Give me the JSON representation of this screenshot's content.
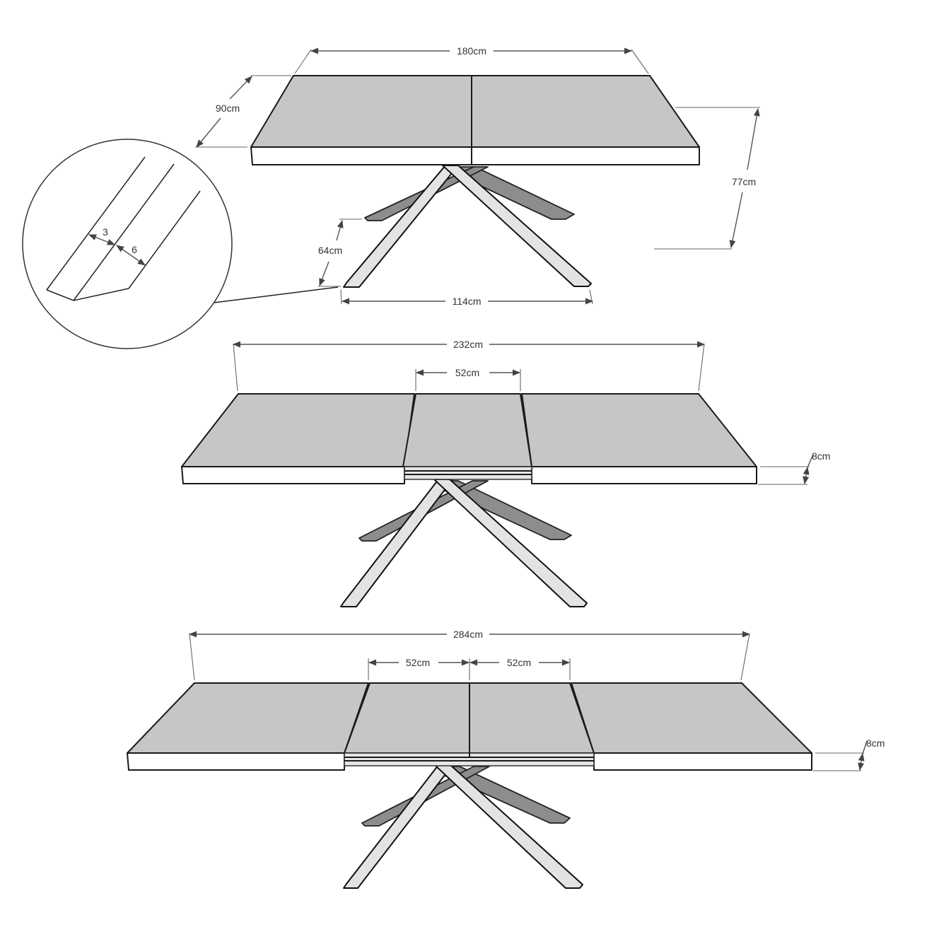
{
  "diagram": {
    "subject": "Extendable dining table with crossed star legs — dimension drawing",
    "colors": {
      "tabletop": "#c6c6c6",
      "edge": "#ffffff",
      "front_leg": "#e3e3e3",
      "back_leg": "#8d8d8d",
      "line": "#1a1a1a",
      "dimension_line": "#555555"
    },
    "views": [
      {
        "name": "closed",
        "labels": {
          "length": "180cm",
          "depth": "90cm",
          "height": "77cm",
          "leg_height": "64cm",
          "leg_span": "114cm"
        }
      },
      {
        "name": "extended-one-leaf",
        "labels": {
          "length": "232cm",
          "leaf": "52cm",
          "thickness": "8cm"
        }
      },
      {
        "name": "extended-two-leaves",
        "labels": {
          "length": "284cm",
          "leaf_1": "52cm",
          "leaf_2": "52cm",
          "thickness": "8cm"
        }
      }
    ],
    "leg_detail": {
      "labels": {
        "a": "3",
        "b": "6"
      }
    }
  }
}
